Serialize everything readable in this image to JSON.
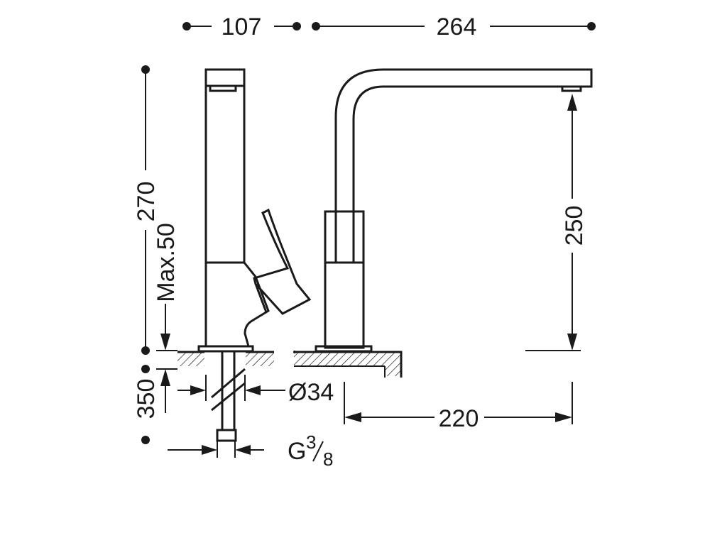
{
  "dimensions": {
    "top_left_width": "107",
    "top_right_width": "264",
    "overall_height": "270",
    "lever_clearance": "Max.50",
    "spout_height": "250",
    "under_length": "350",
    "hole_diameter": "Ø34",
    "spout_reach": "220",
    "connection_thread_main": "G",
    "connection_thread_num": "3",
    "connection_thread_den": "8"
  }
}
